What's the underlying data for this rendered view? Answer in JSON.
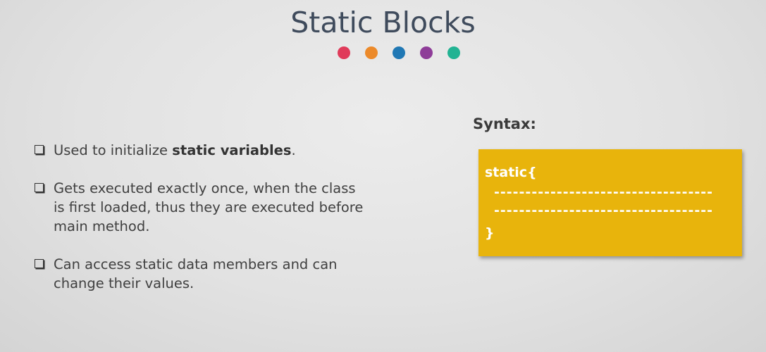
{
  "slide": {
    "title": "Static Blocks",
    "dots": [
      {
        "name": "dot-red",
        "color": "#e03b5a"
      },
      {
        "name": "dot-orange",
        "color": "#ec8a2a"
      },
      {
        "name": "dot-blue",
        "color": "#2078b4"
      },
      {
        "name": "dot-purple",
        "color": "#8e3c98"
      },
      {
        "name": "dot-teal",
        "color": "#22b393"
      }
    ],
    "bullets": [
      {
        "pre": "Used to initialize ",
        "bold": "static variables",
        "post": "."
      },
      {
        "text": "Gets executed exactly once, when the class is first loaded, thus they are executed before main method."
      },
      {
        "text": "Can access static data members and can change their values."
      }
    ],
    "syntax_label": "Syntax:",
    "code": {
      "line1": "static{",
      "line2": "-------------------------------------------",
      "line3": "-------------------------------------------",
      "line4": "}",
      "box_color": "#e8b40c"
    }
  }
}
